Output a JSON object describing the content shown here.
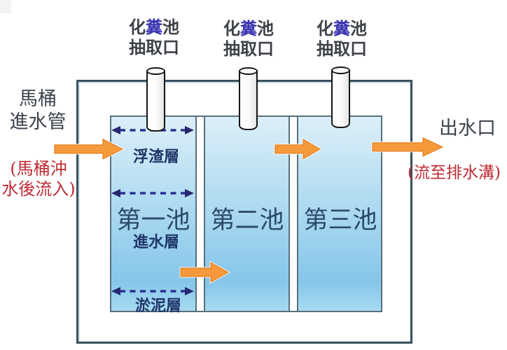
{
  "labels": {
    "inlet_pipe": {
      "line1": "馬桶",
      "line2": "進水管"
    },
    "inlet_note": {
      "line1": "(馬桶沖",
      "line2": "水後流入)"
    },
    "extraction_port": {
      "c1": "化",
      "c2": "糞",
      "c3": "池",
      "line2": "抽取口"
    },
    "outlet": "出水口",
    "outlet_note": "(流至排水溝)"
  },
  "tanks": [
    {
      "name": "第一池"
    },
    {
      "name": "第二池"
    },
    {
      "name": "第三池"
    }
  ],
  "tank1_layers": {
    "scum": "浮渣層",
    "inflow": "進水層",
    "sludge": "淤泥層"
  },
  "colors": {
    "flow_arrow_orange": "#F6993B",
    "flow_arrow_edge": "#E0811F",
    "dashed_arrow_blue": "#2B2F94",
    "tank_name_blue": "#2C4A6B",
    "layer_label_navy": "#1F3668",
    "label_dark_gray": "#3D434E",
    "note_red": "#BF2B33",
    "fen_char_blue": "#3A35B0",
    "outer_wall_border": "#3B525E",
    "tank_border": "#57707C",
    "tank_fill_top": "#DCEFF8",
    "tank_fill_bottom": "#86C6E9"
  }
}
